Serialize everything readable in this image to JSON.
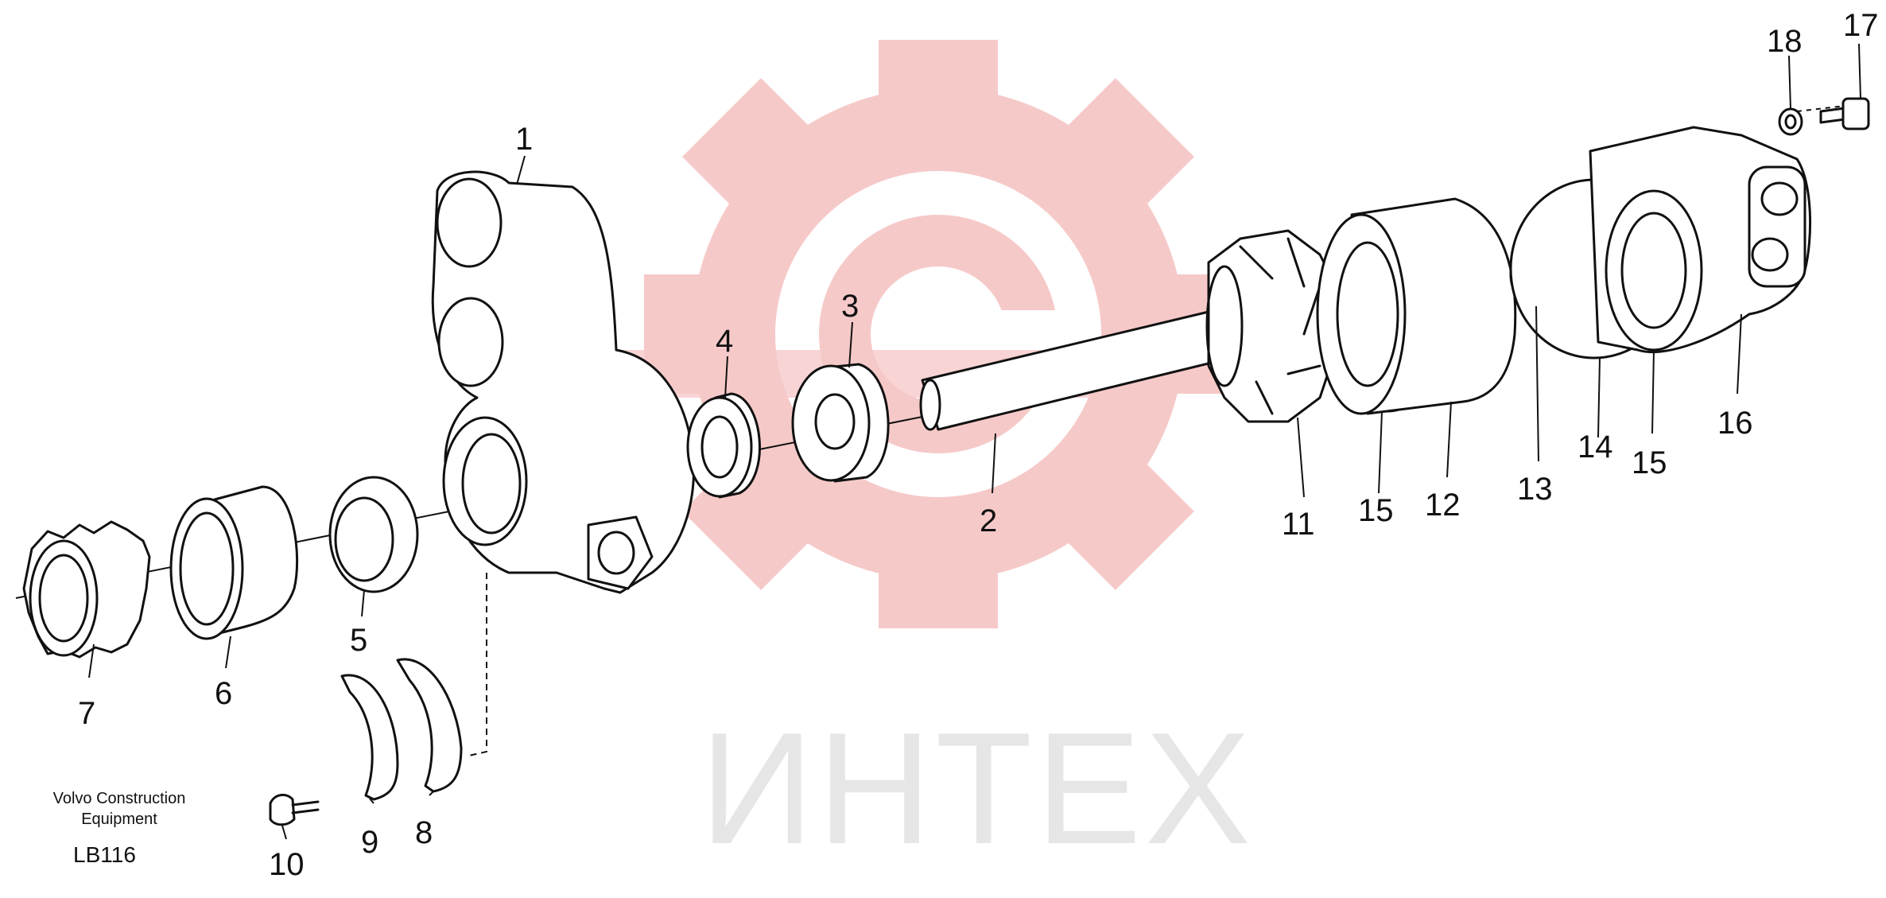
{
  "watermark": {
    "text": "ИНТЕХ",
    "logo_color": "#f6c9c9",
    "text_color": "#e6e6e6"
  },
  "credit": {
    "line1": "Volvo Construction",
    "line2": "Equipment"
  },
  "code": "LB116",
  "callouts": {
    "c1": "1",
    "c2": "2",
    "c3": "3",
    "c4": "4",
    "c5": "5",
    "c6": "6",
    "c7": "7",
    "c8": "8",
    "c9": "9",
    "c10": "10",
    "c11": "11",
    "c12": "12",
    "c13": "13",
    "c14": "14",
    "c15a": "15",
    "c15b": "15",
    "c16": "16",
    "c17": "17",
    "c18": "18"
  }
}
